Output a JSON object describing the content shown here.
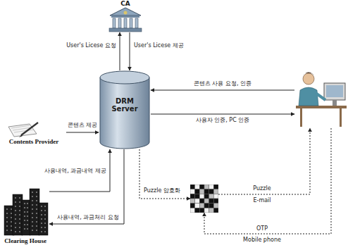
{
  "diagram": {
    "nodes": [
      {
        "text": [
          "CA"
        ]
      },
      {
        "text": [
          "Contents Provider"
        ]
      },
      {
        "text": [
          "DRM Server"
        ]
      },
      {
        "text": []
      },
      {
        "text": []
      },
      {
        "text": [
          "Clearing House"
        ]
      }
    ],
    "edges": [
      {
        "from": 2,
        "to": 0,
        "label": "User's Licese 요청",
        "arrow": "to"
      },
      {
        "from": 0,
        "to": 2,
        "label": "User's Licese 제공",
        "arrow": "to"
      },
      {
        "from": 1,
        "to": 2,
        "label": "콘텐츠 제공",
        "arrow": "to"
      },
      {
        "from": 3,
        "to": 2,
        "label": "콘텐츠 사용 요청, 인증",
        "arrow": "to"
      },
      {
        "from": 2,
        "to": 3,
        "label": "사용자 인증, PC 인증",
        "arrow": "to"
      },
      {
        "from": 5,
        "to": 2,
        "label": "사용내역, 과금내역 제공",
        "arrow": "to"
      },
      {
        "from": 2,
        "to": 5,
        "label": "사용내역, 과금처리 요청",
        "arrow": "to"
      },
      {
        "from": 2,
        "to": 4,
        "label": "Puzzle 암호화",
        "arrow": "to"
      },
      {
        "from": 4,
        "to": 3,
        "label": "Puzzle",
        "arrow": "to"
      },
      {
        "from": 3,
        "to": 4,
        "label": "OTP",
        "arrow": "to"
      }
    ],
    "labels": [
      "E-mail",
      "Mobile phone"
    ]
  }
}
